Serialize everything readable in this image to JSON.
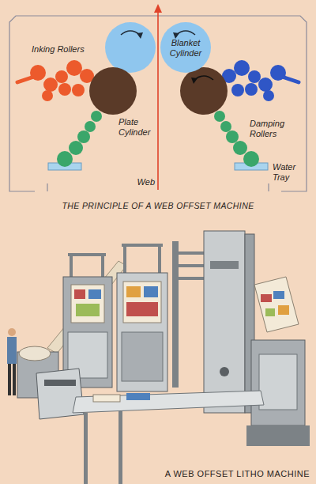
{
  "diagram": {
    "caption": "A WEB OFFSET LITHO MACHINE",
    "nodes": [
      {
        "text": [
          "Blanket Cylinder"
        ]
      },
      {
        "text": [
          "Plate Cylinder"
        ]
      }
    ],
    "labels": [
      "Inking Rollers",
      "Damping Rollers",
      "Water Tray",
      "Web",
      "THE PRINCIPLE OF A WEB OFFSET MACHINE"
    ]
  }
}
